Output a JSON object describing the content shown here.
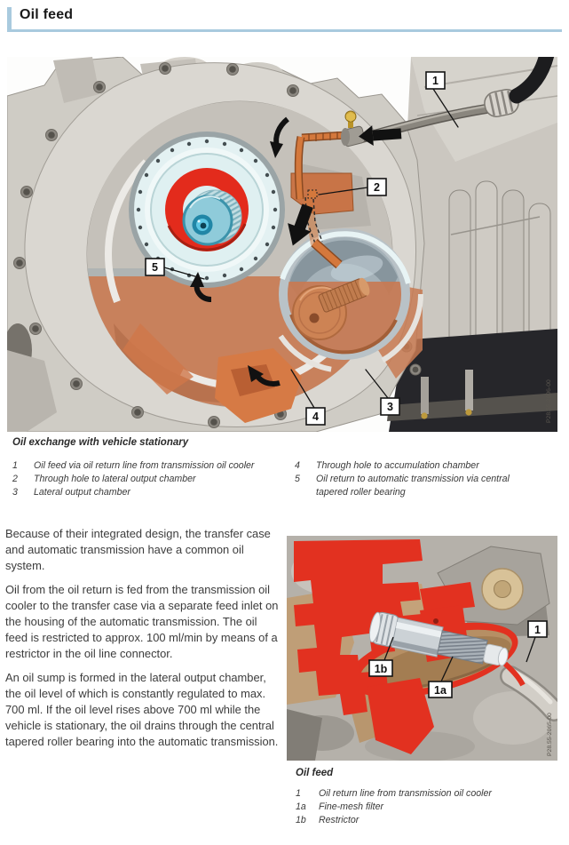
{
  "page": {
    "title": "Oil feed"
  },
  "colors": {
    "accent": "#a9cade",
    "oil_orange": "#c87a52",
    "section_red": "#e23120",
    "bearing_red": "#e32b1c"
  },
  "main_figure": {
    "caption": "Oil exchange with vehicle stationary",
    "figure_code": "P28.55-2006-00",
    "callouts": [
      "1",
      "2",
      "3",
      "4",
      "5"
    ],
    "legend_left": [
      {
        "num": "1",
        "text": "Oil feed via oil return line from transmission oil cooler"
      },
      {
        "num": "2",
        "text": "Through hole to lateral output chamber"
      },
      {
        "num": "3",
        "text": "Lateral output chamber"
      }
    ],
    "legend_right": [
      {
        "num": "4",
        "text": "Through hole to accumulation chamber"
      },
      {
        "num": "5",
        "text": "Oil return to automatic transmission via central tapered roller bearing"
      }
    ]
  },
  "body": {
    "paragraphs": [
      "Because of their integrated design, the transfer case and automatic transmission have a common oil system.",
      "Oil from the oil return is fed from the transmission oil cooler to the transfer case via a separate feed inlet on the housing of the automatic transmission. The oil feed is restricted to approx. 100 ml/min by means of a restrictor in the oil line connector.",
      "An oil sump is formed in the lateral output chamber, the oil level of which is constantly regulated to max. 700 ml. If the oil level rises above 700 ml while the vehicle is stationary, the oil drains through the central tapered roller bearing into the automatic transmission."
    ]
  },
  "detail_figure": {
    "caption": "Oil feed",
    "figure_code": "P28.55-2065-00",
    "callouts": [
      "1",
      "1a",
      "1b"
    ],
    "legend": [
      {
        "num": "1",
        "text": "Oil return line from transmission oil cooler"
      },
      {
        "num": "1a",
        "text": "Fine-mesh filter"
      },
      {
        "num": "1b",
        "text": "Restrictor"
      }
    ]
  }
}
